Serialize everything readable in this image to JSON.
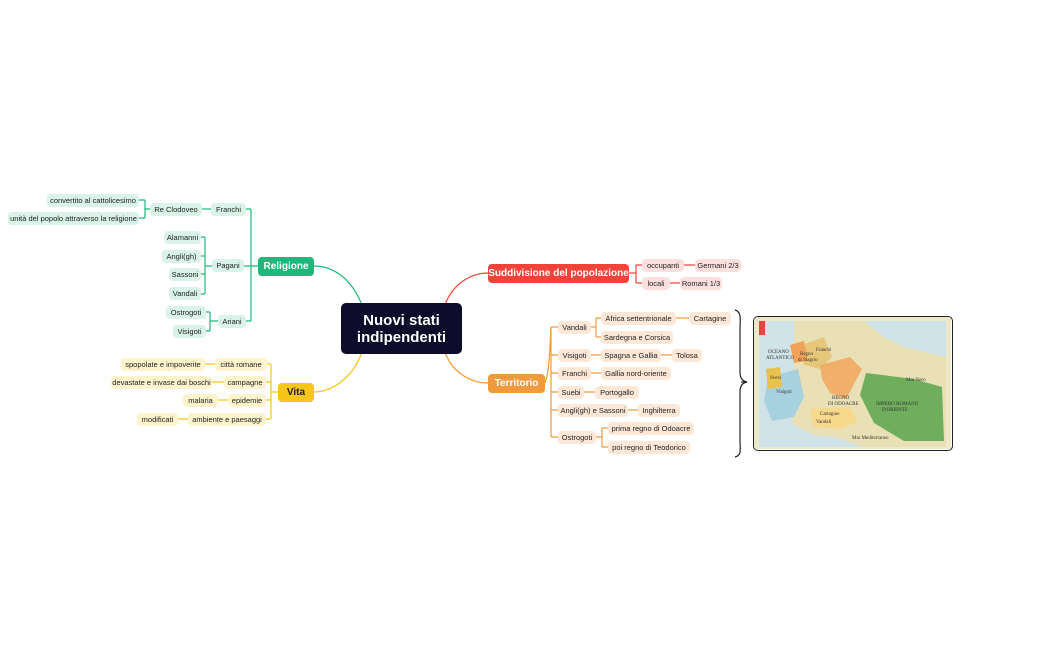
{
  "center": {
    "line1": "Nuovi stati",
    "line2": "indipendenti"
  },
  "branches": {
    "religione": {
      "label": "Religione",
      "color": "#1db87a",
      "franchi": "Franchi",
      "re_clodoveo": "Re Clodoveo",
      "convertito": "convertito al cattolicesimo",
      "unita": "unità del popolo attraverso la religione",
      "pagani": "Pagani",
      "alamanni": "Alamanni",
      "angli": "Angli(gh)",
      "sassoni": "Sassoni",
      "vandali": "Vandali",
      "ariani": "Ariani",
      "ostrogoti": "Ostrogoti",
      "visigoti": "Visigoti"
    },
    "vita": {
      "label": "Vita",
      "color": "#f5c518",
      "citta": "città romane",
      "spopolate": "spopolate e impoverite",
      "campagne": "campagne",
      "devastate": "devastate e invase dai boschi",
      "epidemie": "epidemie",
      "malaria": "malaria",
      "ambiente": "ambiente e paesaggi",
      "modificati": "modificati"
    },
    "suddivisione": {
      "label": "Suddivisione del popolazione",
      "color": "#f0443a",
      "occupanti": "occupanti",
      "germani": "Germani 2/3",
      "locali": "locali",
      "romani": "Romani 1/3"
    },
    "territorio": {
      "label": "Territorio",
      "color": "#f09a3e",
      "vandali": "Vandali",
      "africa": "Africa settentrionale",
      "cartagine": "Cartagine",
      "sardegna": "Sardegna e Corsica",
      "visigoti": "Visigoti",
      "spagna": "Spagna e Gallia",
      "tolosa": "Tolosa",
      "franchi": "Franchi",
      "gallia": "Gallia nord-oriente",
      "suebi": "Suebi",
      "portogallo": "Portogallo",
      "angli": "Angli(gh) e Sassoni",
      "inghilterra": "Inghilterra",
      "ostrogoti": "Ostrogoti",
      "odoacre": "prima regno di Odoacre",
      "teodorico": "poi regno di Teodorico"
    }
  },
  "map": {
    "labels": {
      "oceano1": "OCEANO",
      "oceano2": "ATLANTICO",
      "svevi": "Svevi",
      "visigoti": "Visigoti",
      "franchi": "Franchi",
      "regno1": "Regno",
      "regno2": "di Siagrio",
      "odoacre1": "REGNO",
      "odoacre2": "DI ODOACRE",
      "impero1": "IMPERO ROMANO",
      "impero2": "D'ORIENTE",
      "vandali": "Vandali",
      "cartagine": "Cartagine",
      "mar_nero": "Mar Nero",
      "mediterraneo": "Mar Mediterraneo"
    }
  }
}
